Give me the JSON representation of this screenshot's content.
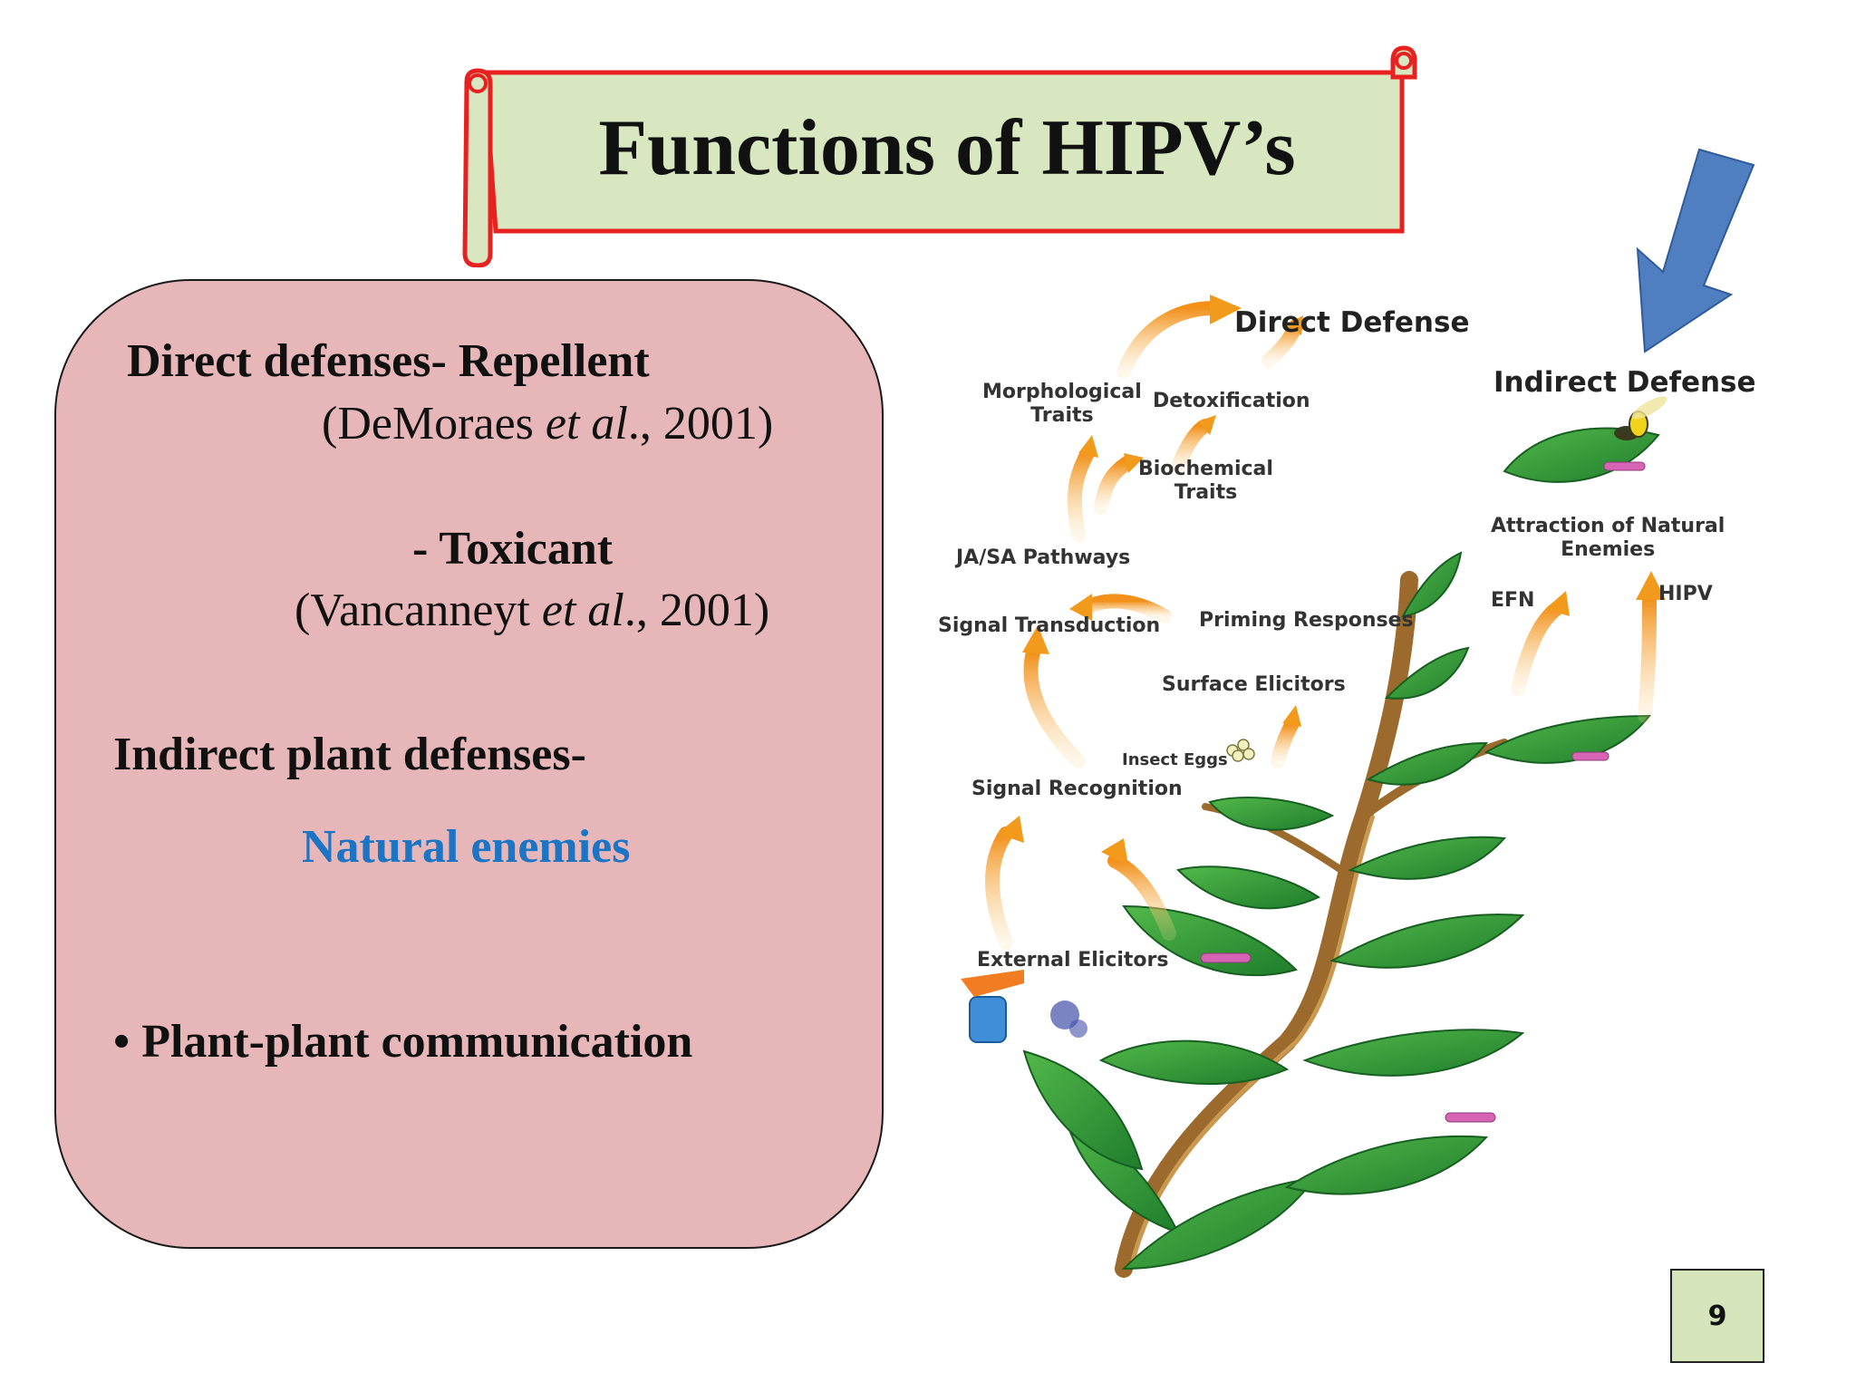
{
  "slide": {
    "title": "Functions of HIPV’s",
    "page_number": "9"
  },
  "panel": {
    "direct_defenses_label": "Direct defenses- Repellent",
    "ref1_prefix": "(DeMoraes ",
    "ref1_etal": "et al",
    "ref1_suffix": "., 2001)",
    "toxicant_label": "- Toxicant",
    "ref2_prefix": "(Vancanneyt ",
    "ref2_etal": "et al",
    "ref2_suffix": "., 2001)",
    "indirect_label": "Indirect plant defenses-",
    "natural_enemies": "Natural enemies",
    "communication": "• Plant-plant communication"
  },
  "diagram": {
    "direct_defense": "Direct Defense",
    "indirect_defense": "Indirect Defense",
    "morphological_traits": "Morphological\nTraits",
    "detoxification": "Detoxification",
    "biochemical_traits": "Biochemical\nTraits",
    "ja_sa_pathways": "JA/SA Pathways",
    "signal_transduction": "Signal Transduction",
    "priming_responses": "Priming Responses",
    "surface_elicitors": "Surface Elicitors",
    "insect_eggs": "Insect Eggs",
    "signal_recognition": "Signal Recognition",
    "external_elicitors": "External Elicitors",
    "attraction_natural_enemies": "Attraction of Natural\nEnemies",
    "efn": "EFN",
    "hipv": "HIPV"
  },
  "colors": {
    "banner_fill": "#d8e7c0",
    "banner_border": "#e82020",
    "panel_fill": "#e6b6b8",
    "accent_blue": "#1b75c4",
    "arrow_orange": "#f29a1c",
    "leaf_green": "#2e9a3a",
    "stem_brown": "#9b6a2c",
    "pointer_blue": "#4f7fc1",
    "page_box": "#d6e4bc"
  }
}
